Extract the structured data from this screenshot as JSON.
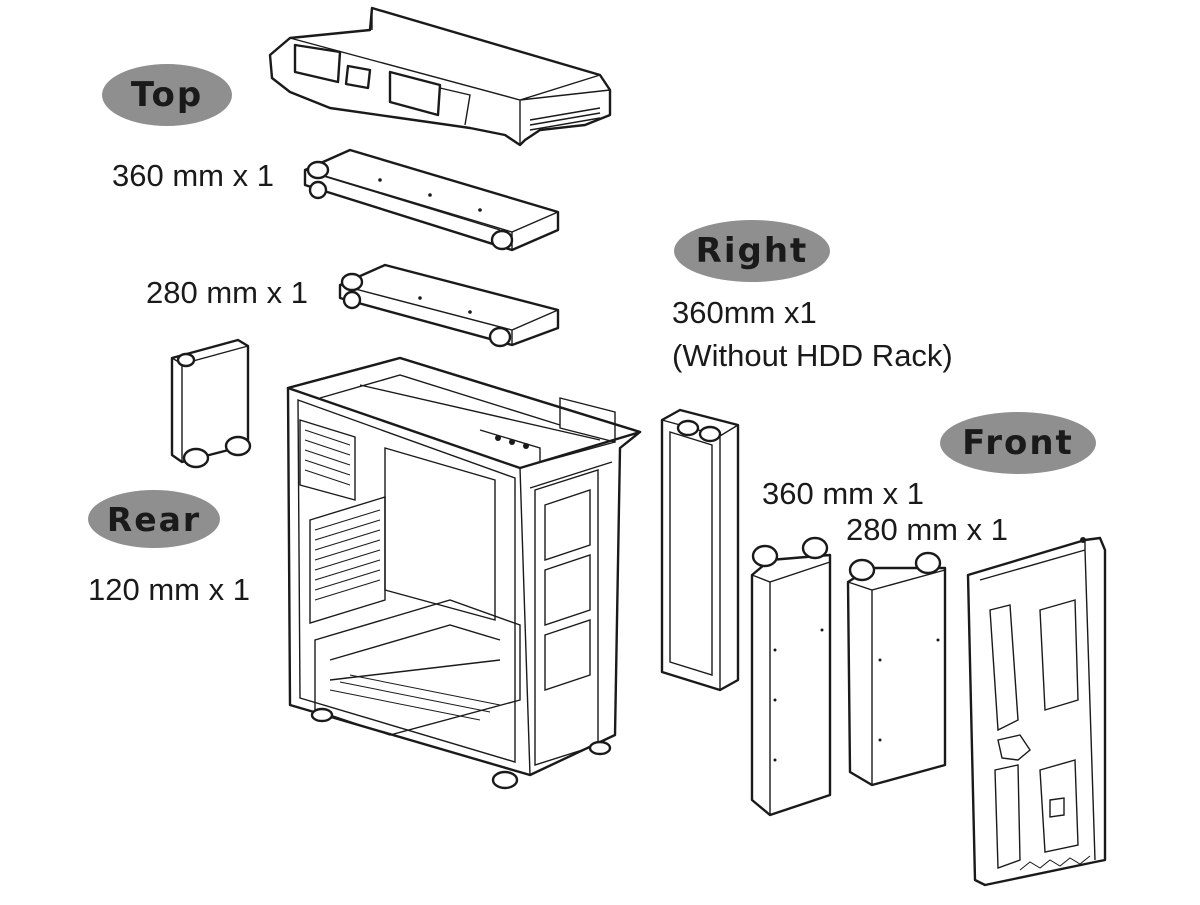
{
  "title_badges": {
    "top": "Top",
    "right": "Right",
    "front": "Front",
    "rear": "Rear"
  },
  "labels": {
    "top_360": "360 mm x 1",
    "top_280": "280 mm x 1",
    "right_360": "360mm x1",
    "right_note": "(Without HDD Rack)",
    "front_360": "360 mm x 1",
    "front_280": "280 mm x 1",
    "rear_120": "120 mm x 1"
  },
  "colors": {
    "badge_fill": "#8f8f8f",
    "line": "#1a1a1a",
    "background": "#ffffff"
  }
}
